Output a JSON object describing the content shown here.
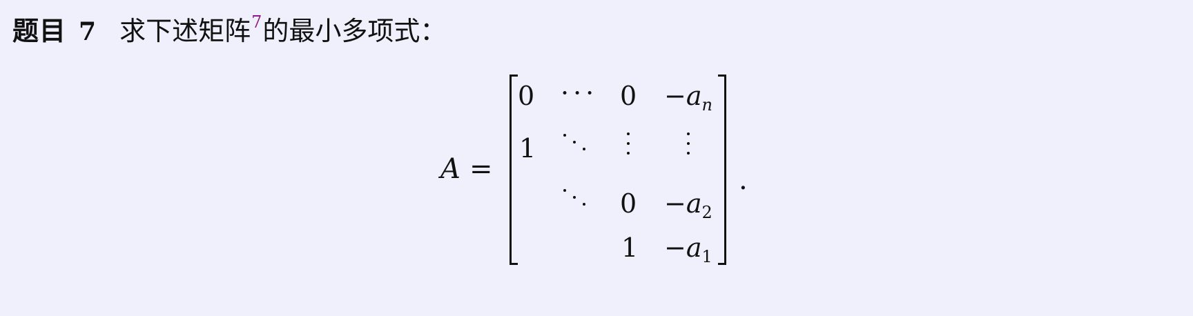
{
  "problem": {
    "label": "题目",
    "number": "7",
    "text_before": "求下述矩阵",
    "footnote": "7",
    "text_after": "的最小多项式："
  },
  "equation": {
    "lhs": "A",
    "equals": "=",
    "period": ".",
    "matrix": {
      "row1": {
        "c1": "0",
        "c2": "···",
        "c3": "0",
        "c4_sign": "−",
        "c4_var": "a",
        "c4_sub": "n"
      },
      "row2": {
        "c1": "1"
      },
      "row3": {
        "c3": "0",
        "c4_sign": "−",
        "c4_var": "a",
        "c4_sub": "2"
      },
      "row4": {
        "c3": "1",
        "c4_sign": "−",
        "c4_var": "a",
        "c4_sub": "1"
      }
    }
  }
}
